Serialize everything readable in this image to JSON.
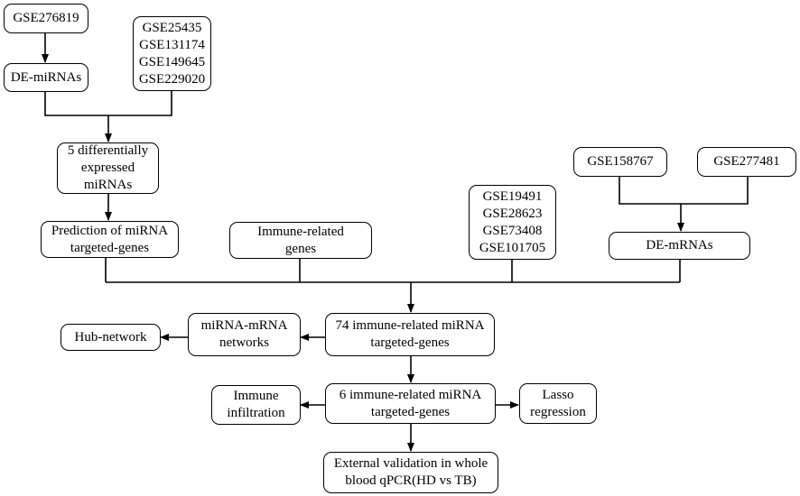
{
  "nodes": {
    "gse276819": {
      "lines": [
        "GSE276819"
      ]
    },
    "de_mirnas": {
      "lines": [
        "DE-miRNAs"
      ]
    },
    "gse_group_mirna": {
      "lines": [
        "GSE25435",
        "GSE131174",
        "GSE149645",
        "GSE229020"
      ]
    },
    "diff_expressed_mirnas": {
      "lines": [
        "5 differentially",
        "expressed",
        "miRNAs"
      ]
    },
    "prediction": {
      "lines": [
        "Prediction of miRNA",
        "targeted-genes"
      ]
    },
    "immune_genes": {
      "lines": [
        "Immune-related",
        "genes"
      ]
    },
    "gse_group_validation": {
      "lines": [
        "GSE19491",
        "GSE28623",
        "GSE73408",
        "GSE101705"
      ]
    },
    "gse158767": {
      "lines": [
        "GSE158767"
      ]
    },
    "gse277481": {
      "lines": [
        "GSE277481"
      ]
    },
    "de_mrnas": {
      "lines": [
        "DE-mRNAs"
      ]
    },
    "immune_74": {
      "lines": [
        "74 immune-related miRNA",
        "targeted-genes"
      ]
    },
    "networks": {
      "lines": [
        "miRNA-mRNA",
        "networks"
      ]
    },
    "hub": {
      "lines": [
        "Hub-network"
      ]
    },
    "immune_6": {
      "lines": [
        "6 immune-related miRNA",
        "targeted-genes"
      ]
    },
    "immune_infiltration": {
      "lines": [
        "Immune",
        "infiltration"
      ]
    },
    "lasso": {
      "lines": [
        "Lasso",
        "regression"
      ]
    },
    "validation": {
      "lines": [
        "External validation in whole",
        "blood qPCR(HD vs TB)"
      ]
    }
  },
  "colors": {
    "stroke": "#000000",
    "background": "#ffffff"
  }
}
